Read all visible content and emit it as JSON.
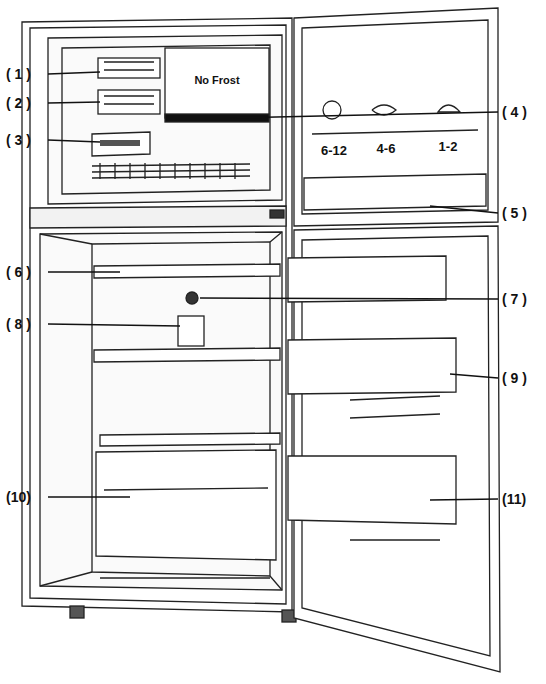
{
  "diagram": {
    "labels": [
      "( 1 )",
      "( 2 )",
      "( 3 )",
      "( 4 )",
      "( 5 )",
      "( 6 )",
      "( 7 )",
      "( 8 )",
      "( 9 )",
      "(10)",
      "(11)",
      "No Frost",
      "6-12",
      "4-6",
      "1-2"
    ]
  }
}
